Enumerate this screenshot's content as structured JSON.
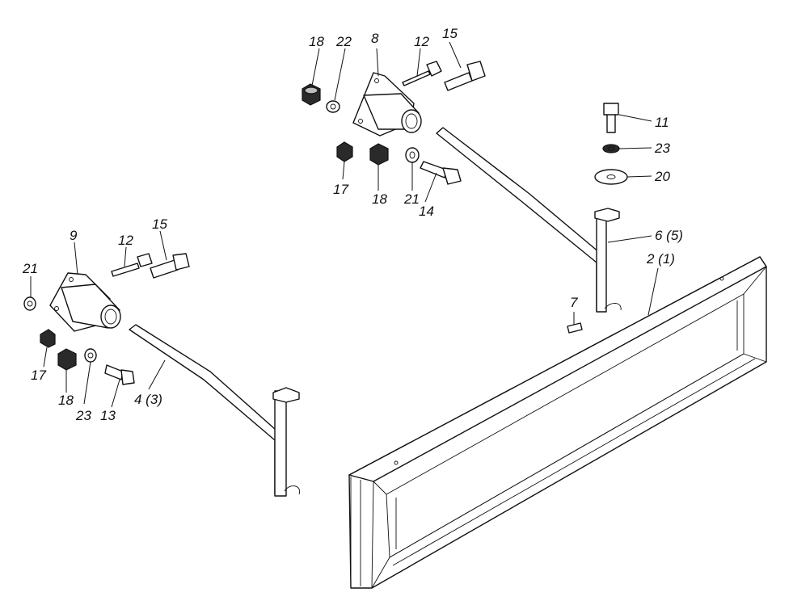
{
  "diagram": {
    "callouts": {
      "c18_top": "18",
      "c22": "22",
      "c8": "8",
      "c12_top": "12",
      "c15_top": "15",
      "c11": "11",
      "c23_right": "23",
      "c20": "20",
      "c17_mid": "17",
      "c18_mid": "18",
      "c21_mid": "21",
      "c14": "14",
      "c6": "6 (5)",
      "c2": "2 (1)",
      "c7": "7",
      "c9": "9",
      "c12_left": "12",
      "c15_left": "15",
      "c21_left": "21",
      "c17_left": "17",
      "c18_left": "18",
      "c23_left": "23",
      "c13": "13",
      "c4": "4 (3)"
    }
  }
}
